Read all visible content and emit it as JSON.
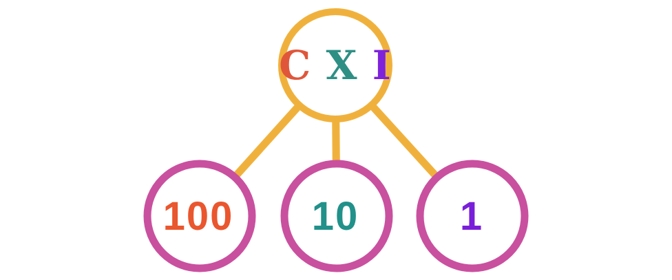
{
  "diagram": {
    "root": {
      "value": "CXI",
      "letters": [
        {
          "char": "C",
          "color": "#e0563a"
        },
        {
          "char": "X",
          "color": "#2e8f85"
        },
        {
          "char": "I",
          "color": "#7e22dc"
        }
      ]
    },
    "children": [
      {
        "value": "100",
        "color": "#ea562e"
      },
      {
        "value": "10",
        "color": "#21918a"
      },
      {
        "value": "1",
        "color": "#7a1fd9"
      }
    ],
    "colors": {
      "root_ring": "#f0b13c",
      "child_ring": "#c9509f",
      "connector": "#f0b13c",
      "background": "#ffffff"
    }
  }
}
